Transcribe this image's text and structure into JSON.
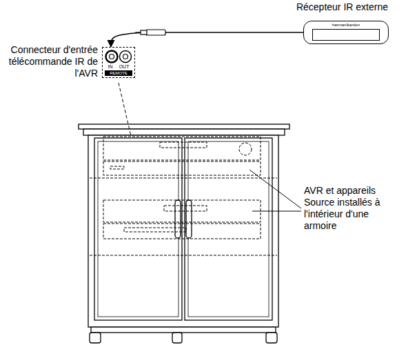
{
  "diagram": {
    "nodes": [
      {
        "text": [
          "Récepteur IR externe",
          "harman/kardon"
        ]
      },
      {
        "text": [
          "IN",
          "OUT",
          "REMOTE"
        ]
      }
    ],
    "edges": [
      {
        "from": 0,
        "to": 1,
        "arrow": "to"
      }
    ],
    "labels": [
      "Connecteur d'entrée télécommande IR de l'AVR",
      "AVR et appareils Source installés à l'intérieur d'une armoire"
    ]
  }
}
